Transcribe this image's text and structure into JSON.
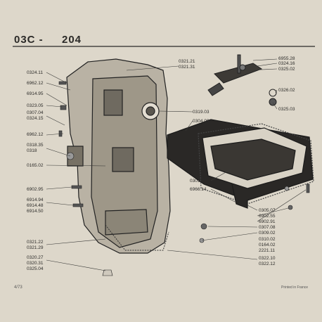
{
  "header": {
    "code": "03C -",
    "number": "204"
  },
  "footer": {
    "page": "4/73",
    "printed": "Printed in France"
  },
  "labels_left": [
    "0324.11",
    "6962.12",
    "6914.95",
    "0323.05",
    "0307.04",
    "0324.15",
    "6962.12",
    "0318.35",
    "0318",
    "0165.02",
    "6902.95",
    "6914.94",
    "6914.48",
    "6914.50",
    "0321.22",
    "0321.29",
    "0320.27",
    "0320.31",
    "0325.04"
  ],
  "labels_mid": [
    "0321.21",
    "0321.31",
    "0319.03",
    "0304.09",
    "0301.27",
    "6966.14"
  ],
  "labels_right": [
    "6955.28",
    "0324.16",
    "0325.02",
    "0326.02",
    "0325.03",
    "0305.07",
    "6902.55",
    "6902.91",
    "0307.08",
    "0309.02",
    "0310.02",
    "0164.02",
    "2221.11",
    "0322.10",
    "0322.12"
  ]
}
